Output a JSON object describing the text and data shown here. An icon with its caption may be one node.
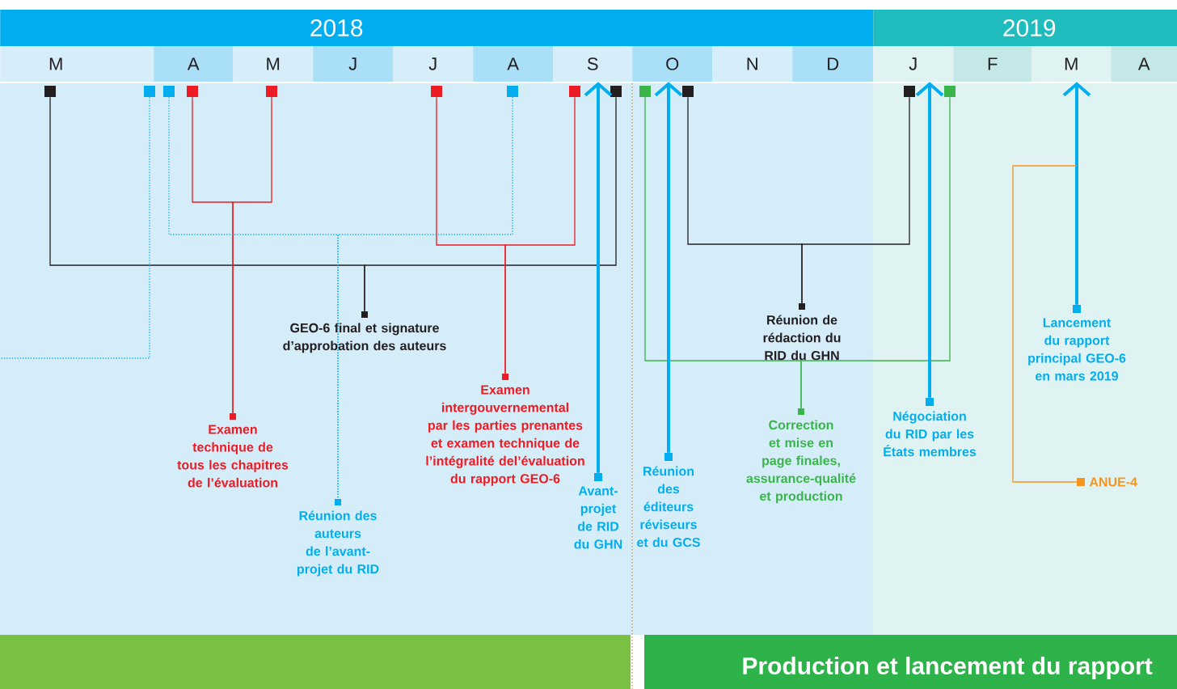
{
  "diagram": {
    "nodes": [
      {
        "text": [
          "2018"
        ]
      },
      {
        "text": [
          "2019"
        ]
      },
      {
        "text": [
          "M"
        ]
      },
      {
        "text": [
          "A"
        ]
      },
      {
        "text": [
          "M"
        ]
      },
      {
        "text": [
          "J"
        ]
      },
      {
        "text": [
          "J"
        ]
      },
      {
        "text": [
          "A"
        ]
      },
      {
        "text": [
          "S"
        ]
      },
      {
        "text": [
          "O"
        ]
      },
      {
        "text": [
          "N"
        ]
      },
      {
        "text": [
          "D"
        ]
      },
      {
        "text": [
          "J"
        ]
      },
      {
        "text": [
          "F"
        ]
      },
      {
        "text": [
          "M"
        ]
      },
      {
        "text": [
          "A"
        ]
      },
      {
        "text": [],
        "shape": "box"
      },
      {
        "text": [],
        "shape": "box"
      },
      {
        "text": [],
        "shape": "box"
      },
      {
        "text": [],
        "shape": "box"
      },
      {
        "text": [],
        "shape": "box"
      },
      {
        "text": [],
        "shape": "box"
      },
      {
        "text": [],
        "shape": "box"
      },
      {
        "text": [],
        "shape": "box"
      },
      {
        "text": [],
        "shape": "box"
      },
      {
        "text": [],
        "shape": "box"
      },
      {
        "text": [],
        "shape": "box"
      },
      {
        "text": [],
        "shape": "box"
      },
      {
        "text": [],
        "shape": "box"
      },
      {
        "text": [],
        "shape": "box",
        "beside": [
          "Examen technique de tous les chapitres de l’évaluation"
        ]
      },
      {
        "text": [],
        "shape": "box",
        "beside": [
          "Réunion des auteurs de l’avant-projet du RID"
        ]
      },
      {
        "text": [],
        "shape": "box",
        "beside": [
          "GEO-6 final et signature d’approbation des auteurs"
        ]
      },
      {
        "text": [],
        "shape": "box",
        "beside": [
          "Examen intergouvernemental par les parties prenantes et examen technique de l’intégralité del’évaluation du rapport GEO-6"
        ]
      },
      {
        "text": [],
        "shape": "box",
        "beside": [
          "Avant-projet de RID du GHN"
        ]
      },
      {
        "text": [],
        "shape": "box",
        "beside": [
          "Réunion des éditeurs réviseurs et du GCS"
        ]
      },
      {
        "text": [],
        "shape": "box",
        "beside": [
          "Correction et mise en page finales, assurance-qualité et production"
        ]
      },
      {
        "text": [],
        "shape": "box",
        "beside": [
          "Réunion de rédaction du RID du GHN"
        ]
      },
      {
        "text": [],
        "shape": "box",
        "beside": [
          "Négociation du RID par les États membres"
        ]
      },
      {
        "text": [],
        "shape": "box",
        "beside": [
          "Lancement du rapport principal GEO-6 en mars 2019"
        ]
      },
      {
        "text": [],
        "shape": "box",
        "beside": [
          "ANUE-4"
        ]
      },
      {
        "text": [],
        "shape": "bar"
      },
      {
        "text": [
          "Production et lancement du rapport"
        ]
      }
    ],
    "edges": [
      {
        "from": 16,
        "to": 31,
        "arrow": "none",
        "color": "#231f20"
      },
      {
        "from": 24,
        "to": 31,
        "arrow": "none",
        "color": "#231f20"
      },
      {
        "from": 26,
        "to": 36,
        "arrow": "none",
        "color": "#231f20"
      },
      {
        "from": 27,
        "to": 36,
        "arrow": "none",
        "color": "#231f20"
      },
      {
        "from": 19,
        "to": 29,
        "arrow": "none",
        "color": "#ed1c24"
      },
      {
        "from": 20,
        "to": 29,
        "arrow": "none",
        "color": "#ed1c24"
      },
      {
        "from": 21,
        "to": 32,
        "arrow": "none",
        "color": "#ed1c24"
      },
      {
        "from": 23,
        "to": 32,
        "arrow": "none",
        "color": "#ed1c24"
      },
      {
        "from": 18,
        "to": 30,
        "arrow": "none",
        "style": "dashed",
        "color": "#00aeef"
      },
      {
        "from": 22,
        "to": 30,
        "arrow": "none",
        "style": "dashed",
        "color": "#00aeef"
      },
      {
        "from": 17,
        "to": null,
        "arrow": "none",
        "style": "dashed",
        "color": "#00aeef"
      },
      {
        "from": 25,
        "to": 35,
        "arrow": "none",
        "color": "#39b54a"
      },
      {
        "from": 28,
        "to": 35,
        "arrow": "none",
        "color": "#39b54a"
      },
      {
        "from": 33,
        "to": 8,
        "arrow": "to",
        "style": "thick",
        "color": "#00aeef"
      },
      {
        "from": 34,
        "to": 9,
        "arrow": "to",
        "style": "thick",
        "color": "#00aeef"
      },
      {
        "from": 37,
        "to": 12,
        "arrow": "to",
        "style": "thick",
        "color": "#00aeef"
      },
      {
        "from": 38,
        "to": 14,
        "arrow": "to",
        "style": "thick",
        "color": "#00aeef"
      },
      {
        "from": null,
        "to": 39,
        "arrow": "none",
        "color": "#f7941d"
      }
    ]
  }
}
